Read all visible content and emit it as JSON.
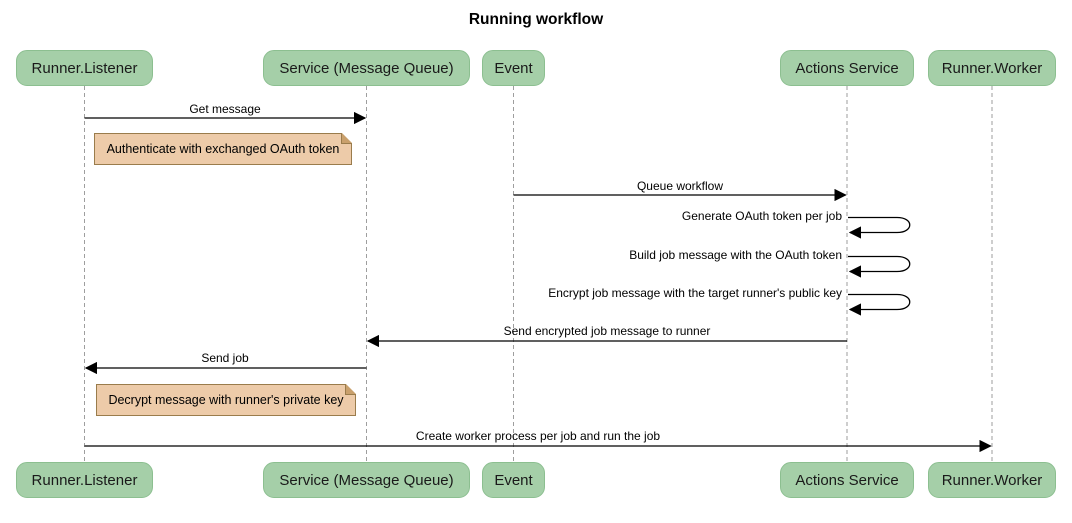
{
  "title": "Running workflow",
  "colors": {
    "actor_fill": "#A5CFA8",
    "actor_border": "#8CBF90",
    "actor_text": "#1a1a1a",
    "note_fill": "#EDCBA9",
    "note_border": "#9A7C4C",
    "note_fold": "#C9A06C",
    "arrow": "#000000",
    "lifeline": "#9E9E9E",
    "background": "#FFFFFF",
    "title_text": "#000000",
    "label_text": "#000000"
  },
  "diagram": {
    "type": "sequence",
    "actors": [
      {
        "id": "runner-listener",
        "label": "Runner.Listener"
      },
      {
        "id": "service-message-queue",
        "label": "Service (Message Queue)"
      },
      {
        "id": "event",
        "label": "Event"
      },
      {
        "id": "actions-service",
        "label": "Actions Service"
      },
      {
        "id": "runner-worker",
        "label": "Runner.Worker"
      }
    ],
    "messages": [
      {
        "kind": "arrow",
        "from": "Runner.Listener",
        "to": "Service (Message Queue)",
        "text": "Get message"
      },
      {
        "kind": "note",
        "over": "Runner.Listener",
        "text": "Authenticate with exchanged OAuth token"
      },
      {
        "kind": "arrow",
        "from": "Event",
        "to": "Actions Service",
        "text": "Queue workflow"
      },
      {
        "kind": "self",
        "actor": "Actions Service",
        "text": "Generate OAuth token per job"
      },
      {
        "kind": "self",
        "actor": "Actions Service",
        "text": "Build job message with the OAuth token"
      },
      {
        "kind": "self",
        "actor": "Actions Service",
        "text": "Encrypt job message with the target runner's public key"
      },
      {
        "kind": "arrow",
        "from": "Actions Service",
        "to": "Service (Message Queue)",
        "text": "Send encrypted job message to runner"
      },
      {
        "kind": "arrow",
        "from": "Service (Message Queue)",
        "to": "Runner.Listener",
        "text": "Send job"
      },
      {
        "kind": "note",
        "over": "Runner.Listener",
        "text": "Decrypt message with runner's private key"
      },
      {
        "kind": "arrow",
        "from": "Runner.Listener",
        "to": "Runner.Worker",
        "text": "Create worker process per job and run the job"
      }
    ]
  }
}
